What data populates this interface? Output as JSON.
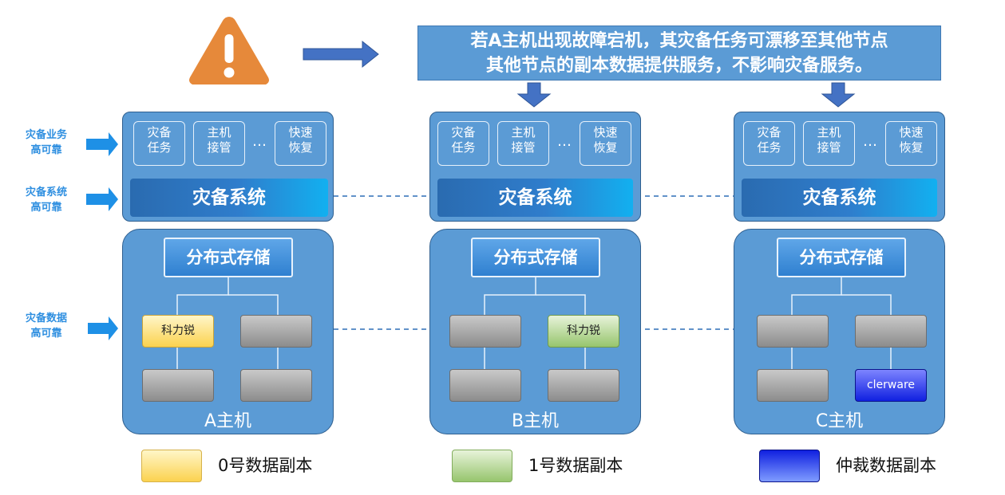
{
  "message": {
    "line1": "若A主机出现故障宕机，其灾备任务可漂移至其他节点",
    "line2": "其他节点的副本数据提供服务，不影响灾备服务。"
  },
  "side_labels": [
    {
      "line1": "灾备业务",
      "line2": "高可靠"
    },
    {
      "line1": "灾备系统",
      "line2": "高可靠"
    },
    {
      "line1": "灾备数据",
      "line2": "高可靠"
    }
  ],
  "service_labels": {
    "task": [
      "灾备",
      "任务"
    ],
    "takeover": [
      "主机",
      "接管"
    ],
    "dots": "…",
    "recover": [
      "快速",
      "恢复"
    ]
  },
  "system_label": "灾备系统",
  "storage_label": "分布式存储",
  "hosts": [
    {
      "name": "A主机",
      "nodes": [
        "科力锐",
        "",
        "",
        ""
      ]
    },
    {
      "name": "B主机",
      "nodes": [
        "",
        "科力锐",
        "",
        ""
      ]
    },
    {
      "name": "C主机",
      "nodes": [
        "",
        "",
        "",
        "clerware"
      ]
    }
  ],
  "legend": [
    {
      "label": "0号数据副本",
      "color": "#fbd24f"
    },
    {
      "label": "1号数据副本",
      "color": "#97c56d"
    },
    {
      "label": "仲裁数据副本",
      "color": "#1020e0"
    }
  ],
  "colors": {
    "panel": "#5b9bd5",
    "arrow": "#4472c4",
    "warning": "#e6893a",
    "side_label": "#2f8fe0"
  }
}
